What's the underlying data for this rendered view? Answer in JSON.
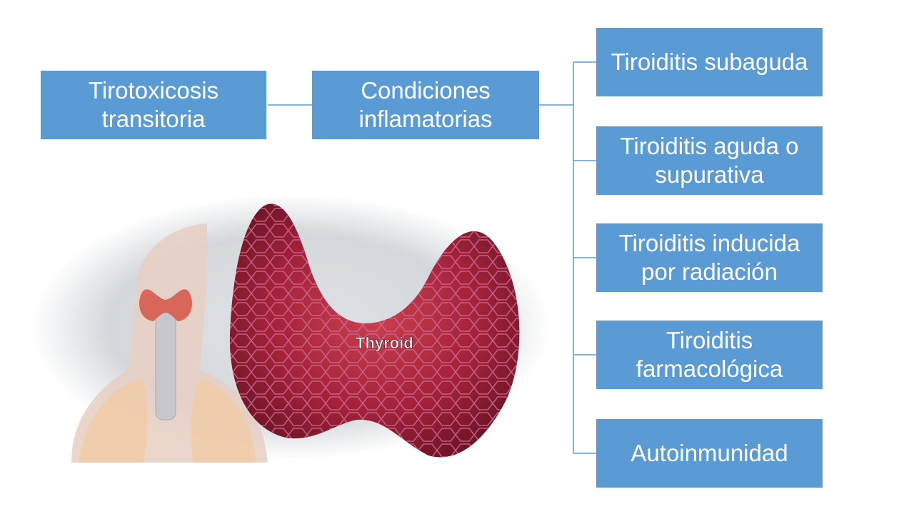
{
  "colors": {
    "node_fill": "#5b9bd5",
    "connector": "#5b9bd5",
    "text": "#ffffff",
    "thyroid": "#a3223a"
  },
  "diagram": {
    "root": {
      "label": "Tirotoxicosis transitoria"
    },
    "middle": {
      "label": "Condiciones inflamatorias"
    },
    "children": [
      {
        "label": "Tiroiditis subaguda"
      },
      {
        "label": "Tiroiditis aguda o supurativa"
      },
      {
        "label": "Tiroiditis inducida por radiación"
      },
      {
        "label": "Tiroiditis farmacológica"
      },
      {
        "label": "Autoinmunidad"
      }
    ]
  },
  "illustration": {
    "icon": "thyroid-gland-illustration",
    "caption": "Thyroid"
  }
}
